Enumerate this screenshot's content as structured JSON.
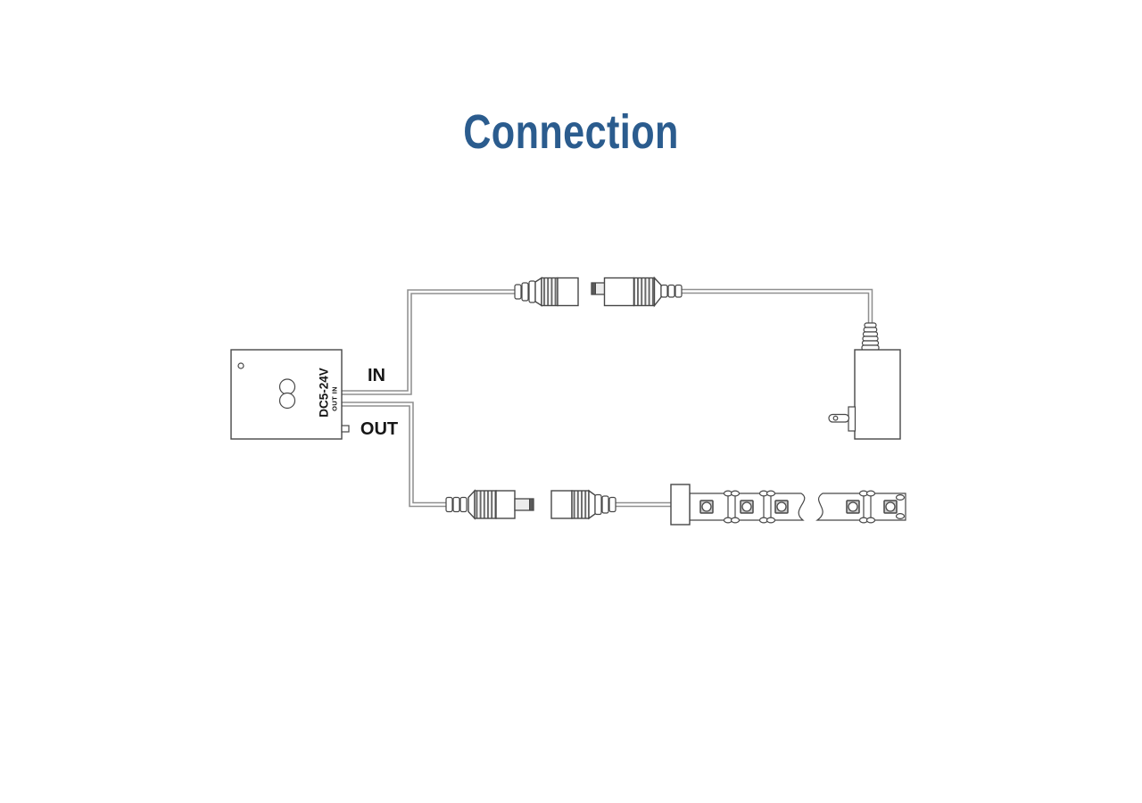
{
  "title": {
    "text": "Connection",
    "color": "#2b5c8e"
  },
  "wire_labels": {
    "in": "IN",
    "out": "OUT"
  },
  "controller": {
    "voltage_label": "DC5-24V",
    "ports_label": "OUT IN"
  },
  "components": [
    "led-controller",
    "dc-female-jack-top",
    "dc-male-plug-top",
    "power-adapter",
    "dc-male-plug-bottom",
    "dc-female-jack-bottom",
    "led-strip"
  ],
  "colors": {
    "line": "#474747",
    "wire": "#8f8f8f",
    "led_fill": "#cdcdcd"
  }
}
